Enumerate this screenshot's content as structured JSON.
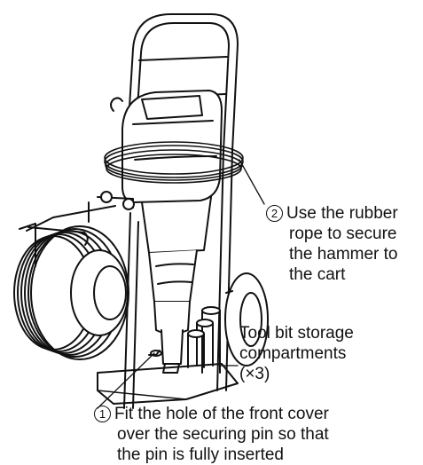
{
  "callouts": [
    {
      "number": "2",
      "lines": [
        "Use the rubber",
        "rope to secure",
        "the hammer to",
        "the cart"
      ]
    },
    {
      "lines": [
        "Tool bit storage",
        "compartments",
        "(×3)"
      ]
    },
    {
      "number": "1",
      "lines": [
        "Fit the hole of the front cover",
        "over the securing pin so that",
        "the pin is fully inserted"
      ]
    }
  ]
}
